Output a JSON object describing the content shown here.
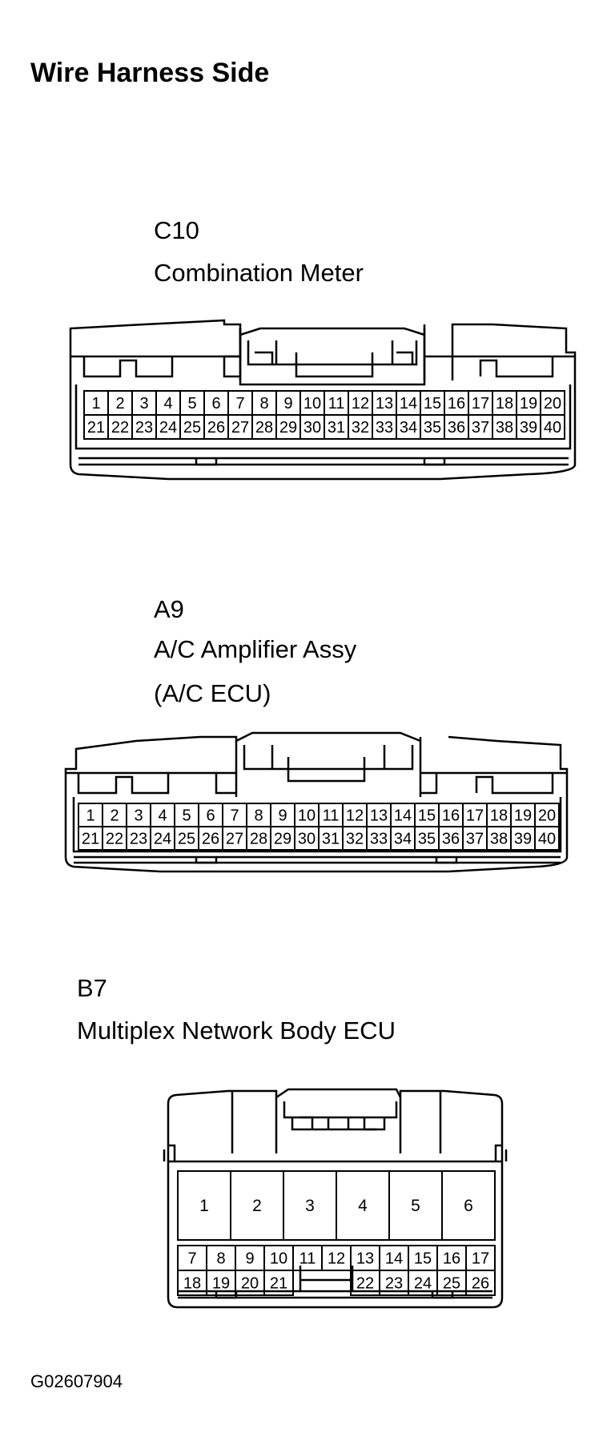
{
  "title": "Wire Harness Side",
  "figure_id": "G02607904",
  "connectors": {
    "c10": {
      "code": "C10",
      "name": "Combination Meter",
      "row1": [
        "1",
        "2",
        "3",
        "4",
        "5",
        "6",
        "7",
        "8",
        "9",
        "10",
        "11",
        "12",
        "13",
        "14",
        "15",
        "16",
        "17",
        "18",
        "19",
        "20"
      ],
      "row2": [
        "21",
        "22",
        "23",
        "24",
        "25",
        "26",
        "27",
        "28",
        "29",
        "30",
        "31",
        "32",
        "33",
        "34",
        "35",
        "36",
        "37",
        "38",
        "39",
        "40"
      ]
    },
    "a9": {
      "code": "A9",
      "name": "A/C Amplifier Assy",
      "subname": "(A/C ECU)",
      "row1": [
        "1",
        "2",
        "3",
        "4",
        "5",
        "6",
        "7",
        "8",
        "9",
        "10",
        "11",
        "12",
        "13",
        "14",
        "15",
        "16",
        "17",
        "18",
        "19",
        "20"
      ],
      "row2": [
        "21",
        "22",
        "23",
        "24",
        "25",
        "26",
        "27",
        "28",
        "29",
        "30",
        "31",
        "32",
        "33",
        "34",
        "35",
        "36",
        "37",
        "38",
        "39",
        "40"
      ]
    },
    "b7": {
      "code": "B7",
      "name": "Multiplex Network Body ECU",
      "large": [
        "1",
        "2",
        "3",
        "4",
        "5",
        "6"
      ],
      "row1": [
        "7",
        "8",
        "9",
        "10",
        "11",
        "12",
        "13",
        "14",
        "15",
        "16",
        "17"
      ],
      "row2_left": [
        "18",
        "19",
        "20",
        "21"
      ],
      "row2_right": [
        "22",
        "23",
        "24",
        "25",
        "26"
      ]
    }
  }
}
